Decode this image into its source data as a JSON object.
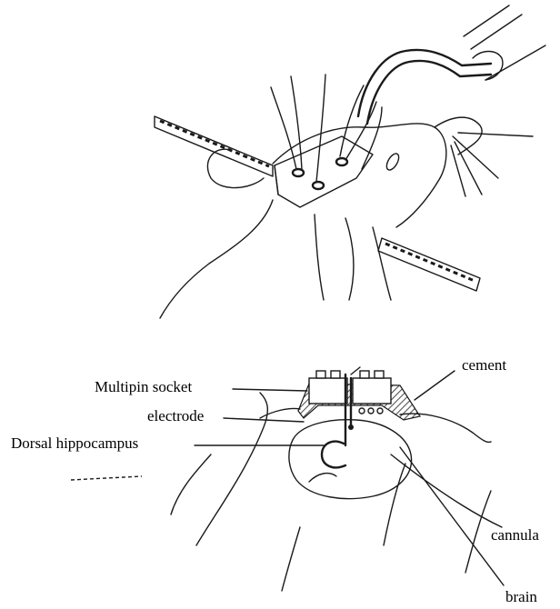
{
  "figure": {
    "top_illustration": "rat-head-in-stereotaxic-frame",
    "bottom_illustration": "implant-cross-section"
  },
  "labels": {
    "multipin_socket": "Multipin socket",
    "electrode": "electrode",
    "dorsal_hippocampus": "Dorsal hippocampus",
    "cement": "cement",
    "cannula": "cannula",
    "brain": "brain"
  },
  "colors": {
    "ink": "#1a1a1a",
    "background": "#ffffff"
  }
}
